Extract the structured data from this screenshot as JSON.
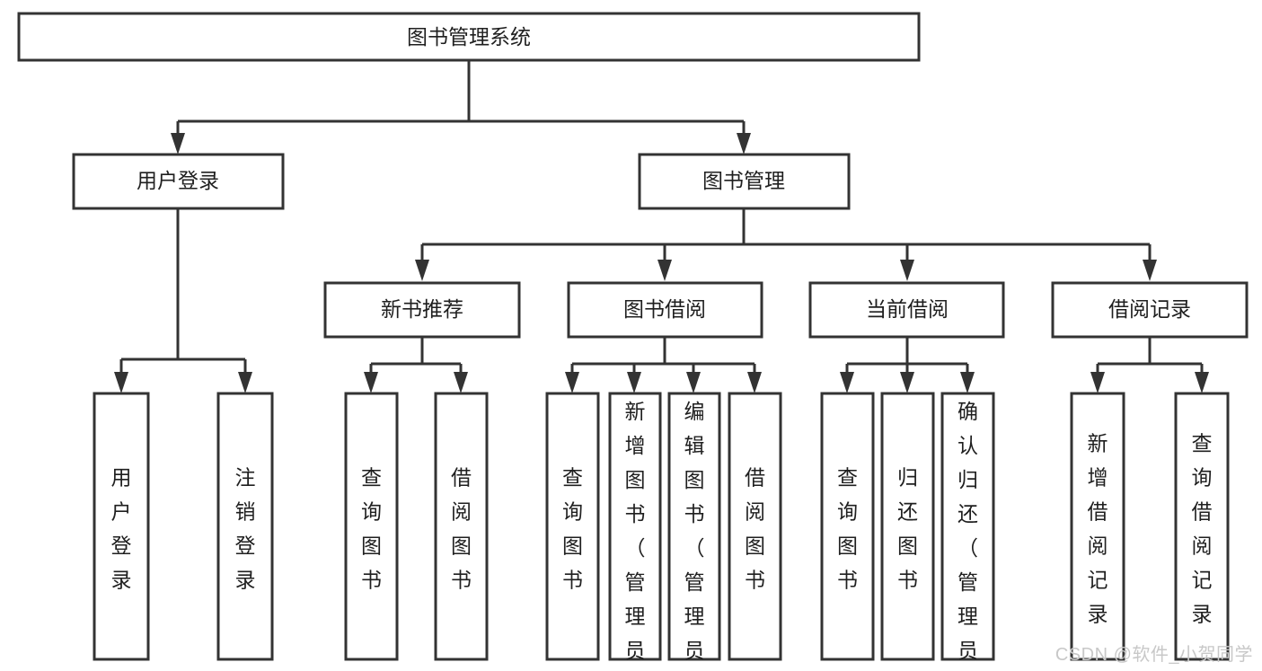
{
  "diagram": {
    "type": "tree-hierarchy",
    "title": "图书管理系统",
    "watermark": "CSDN @软件_小贺同学",
    "colors": {
      "stroke": "#333333",
      "fill": "#ffffff",
      "text": "#1f1f1f",
      "watermark": "#c8c8c8"
    },
    "levels": {
      "level1": [
        {
          "id": "root",
          "label": "图书管理系统",
          "orientation": "horizontal"
        }
      ],
      "level2": [
        {
          "id": "user-login",
          "label": "用户登录",
          "orientation": "horizontal",
          "parent": "root"
        },
        {
          "id": "book-manage",
          "label": "图书管理",
          "orientation": "horizontal",
          "parent": "root"
        }
      ],
      "level3": [
        {
          "id": "new-book-rec",
          "label": "新书推荐",
          "orientation": "horizontal",
          "parent": "book-manage"
        },
        {
          "id": "book-borrow",
          "label": "图书借阅",
          "orientation": "horizontal",
          "parent": "book-manage"
        },
        {
          "id": "current-borrow",
          "label": "当前借阅",
          "orientation": "horizontal",
          "parent": "book-manage"
        },
        {
          "id": "borrow-record",
          "label": "借阅记录",
          "orientation": "horizontal",
          "parent": "book-manage"
        }
      ],
      "level4": [
        {
          "id": "leaf-user-login",
          "label": "用户登录",
          "orientation": "vertical",
          "parent": "user-login"
        },
        {
          "id": "leaf-logout",
          "label": "注销登录",
          "orientation": "vertical",
          "parent": "user-login"
        },
        {
          "id": "leaf-query-book-1",
          "label": "查询图书",
          "orientation": "vertical",
          "parent": "new-book-rec"
        },
        {
          "id": "leaf-borrow-book-1",
          "label": "借阅图书",
          "orientation": "vertical",
          "parent": "new-book-rec"
        },
        {
          "id": "leaf-query-book-2",
          "label": "查询图书",
          "orientation": "vertical",
          "parent": "book-borrow"
        },
        {
          "id": "leaf-add-book",
          "label": "新增图书（管理员）",
          "orientation": "vertical",
          "parent": "book-borrow"
        },
        {
          "id": "leaf-edit-book",
          "label": "编辑图书（管理员）",
          "orientation": "vertical",
          "parent": "book-borrow"
        },
        {
          "id": "leaf-borrow-book-2",
          "label": "借阅图书",
          "orientation": "vertical",
          "parent": "book-borrow"
        },
        {
          "id": "leaf-query-book-3",
          "label": "查询图书",
          "orientation": "vertical",
          "parent": "current-borrow"
        },
        {
          "id": "leaf-return-book",
          "label": "归还图书",
          "orientation": "vertical",
          "parent": "current-borrow"
        },
        {
          "id": "leaf-confirm-return",
          "label": "确认归还（管理员）",
          "orientation": "vertical",
          "parent": "current-borrow"
        },
        {
          "id": "leaf-add-record",
          "label": "新增借阅记录",
          "orientation": "vertical",
          "parent": "borrow-record"
        },
        {
          "id": "leaf-query-record",
          "label": "查询借阅记录",
          "orientation": "vertical",
          "parent": "borrow-record"
        }
      ]
    }
  }
}
